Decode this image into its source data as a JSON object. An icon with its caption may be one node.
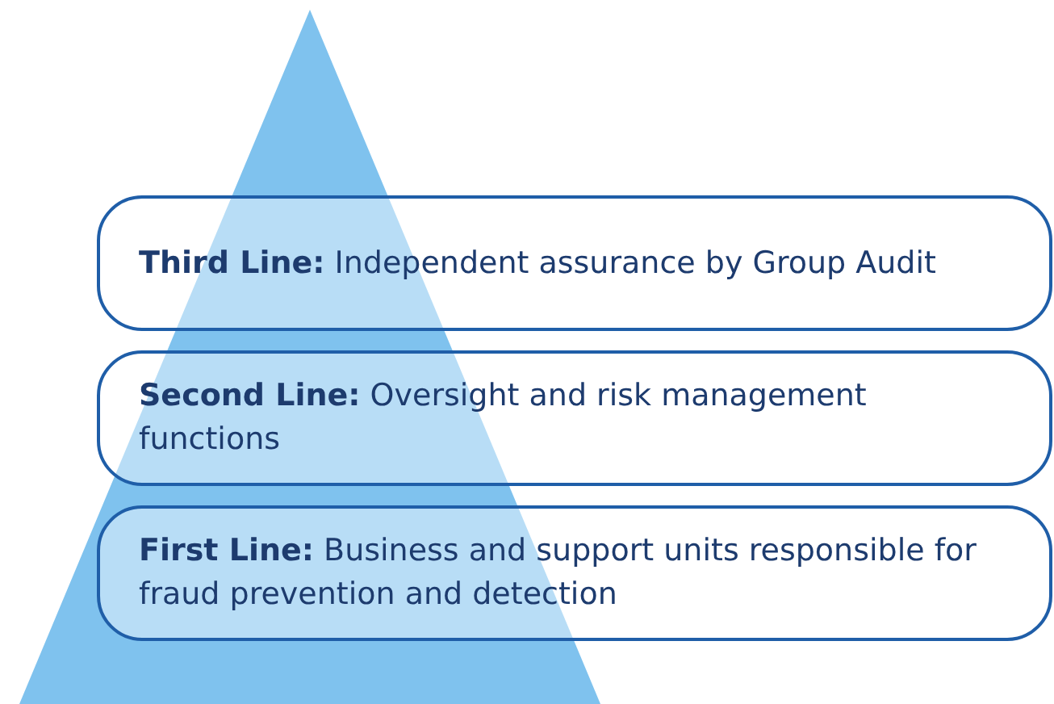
{
  "diagram": {
    "nodes": [
      {
        "text": [],
        "shape": "triangle"
      },
      {
        "text": [
          "**Third Line:** Independent assurance by Group Audit"
        ]
      },
      {
        "text": [
          "**Second Line:** Oversight and risk management functions"
        ]
      },
      {
        "text": [
          "**First Line:** Business and support units responsible for fraud prevention and detection"
        ]
      }
    ]
  }
}
